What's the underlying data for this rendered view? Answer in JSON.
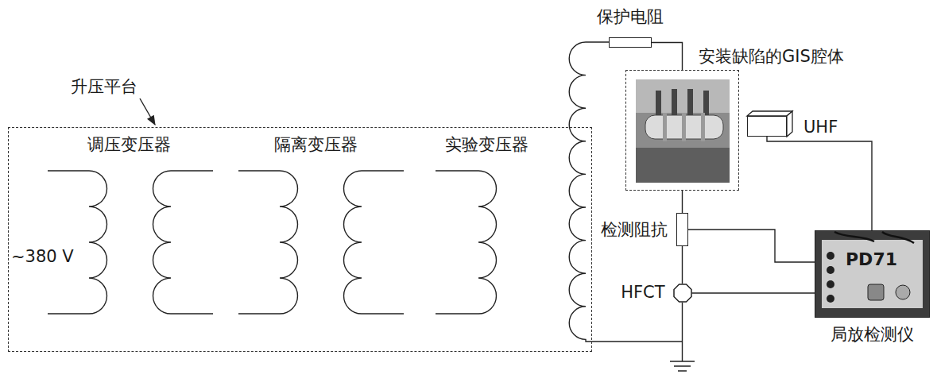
{
  "diagram": {
    "nodes": [
      {
        "text": [
          "升压平台"
        ]
      },
      {
        "text": [
          "保护电阻"
        ]
      },
      {
        "text": [
          "安装缺陷的GIS腔体"
        ]
      },
      {
        "text": [
          "UHF"
        ]
      },
      {
        "text": [
          "检测阻抗"
        ]
      },
      {
        "text": [
          "HFCT"
        ]
      },
      {
        "text": [
          "局放检测仪"
        ]
      }
    ],
    "edges": [
      {
        "from": 1,
        "to": 2,
        "arrow": "none"
      },
      {
        "from": 2,
        "to": 4,
        "arrow": "none"
      },
      {
        "from": 4,
        "to": 5,
        "arrow": "none"
      },
      {
        "from": 3,
        "to": 6,
        "arrow": "none"
      },
      {
        "from": 4,
        "to": 6,
        "arrow": "none"
      },
      {
        "from": 5,
        "to": 6,
        "arrow": "none"
      }
    ],
    "labels": [
      "调压变压器",
      "隔离变压器",
      "实验变压器",
      "~380 V",
      "PD71"
    ]
  }
}
